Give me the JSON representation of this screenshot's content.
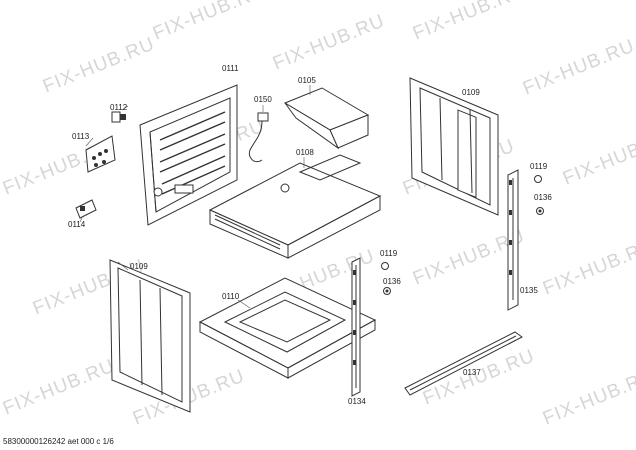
{
  "watermark": "FIX-HUB.RU",
  "footer": "58300000126242 aet 000 c 1/6",
  "parts": {
    "p0111": "0111",
    "p0112": "0112",
    "p0113": "0113",
    "p0114": "0114",
    "p0150": "0150",
    "p0105": "0105",
    "p0108": "0108",
    "p0109a": "0109",
    "p0109b": "0109",
    "p0110": "0110",
    "p0119a": "0119",
    "p0119b": "0119",
    "p0136a": "0136",
    "p0136b": "0136",
    "p0135": "0135",
    "p0134": "0134",
    "p0137": "0137"
  }
}
